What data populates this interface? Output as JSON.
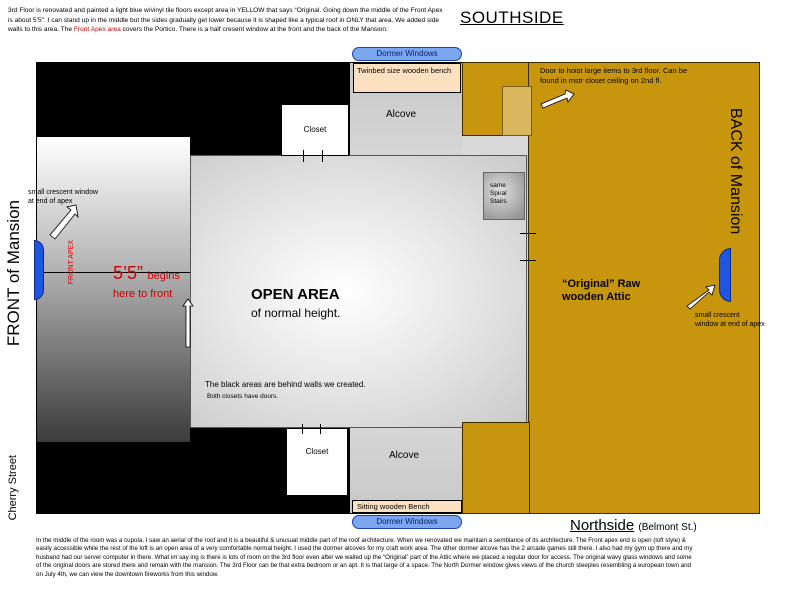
{
  "intro": {
    "part1": "3rd Floor is renovated and painted a light blue w/vinyl tile floors except area in YELLOW that says “Original. Going down the middle of the Front Apex is about 5’5”. I can stand up in the middle but the sides gradually get lower because it is shaped like a typical roof in ONLY that area. We added side walls to this area. The ",
    "red": "Front Apex area",
    "part2": " covers the Portico. There is a half cresent window at the front and the back of the Mansion."
  },
  "labels": {
    "southside": "SOUTHSIDE",
    "northside": "Northside",
    "northside_sub": "(Belmont St.)",
    "back_of_mansion": "BACK of Mansion",
    "front_of_mansion": "FRONT of Mansion",
    "cherry_street": "Cherry Street"
  },
  "rooms": {
    "dormer_top": "Dormer Windows",
    "dormer_bottom": "Dormer Windows",
    "bench_top": "Twinbed size wooden bench",
    "bench_bottom": "Sitting wooden Bench",
    "closet_top": "Closet",
    "closet_bottom": "Closet",
    "alcove_top": "Alcove",
    "alcove_bottom": "Alcove",
    "spiral": "same Spiral Stairs",
    "open_area_title": "OPEN AREA",
    "open_area_sub": "of normal height.",
    "height_big": "5’5”",
    "height_begins": "begins",
    "height_here": "here to front",
    "front_apex": "FRONT APEX",
    "attic": "“Original” Raw wooden Attic",
    "hoist_note": "Door to hoist large items to 3rd floor. Can be found in mstr closet ceiling on 2nd fl.",
    "black_note": "The black areas are behind walls we created.",
    "closets_note": "Both closets have doors.",
    "crescent_left": "small crescent window at end of apex",
    "crescent_right": "small crescent window at end of apex"
  },
  "bottom_text": "In the middle of the room was a cupola. I saw an aerial of the roof and it is a beautiful & unusual middle part of the roof architecture. When we renovated we maintain a semblance of its architecture. The Front apex end is open (loft style) & easily accessible while the rest of the loft is an open area of a very comfortable normal height. I used the dormer alcoves for my craft work area. The other dormer alcove has the 2 arcade games still there. I also had my gym up there and my husband had our server computer in there. What im say ing is there is lots of room on the 3rd floor even after we walled up the “Original” part of the Attic where we placed a regular door for access. The original wavy glass windows and some of the original doors are stored there and remain with the mansion. The 3rd Floor can be that extra bedroom or an apt. It is that large of a space. The North Dormer window gives views of the church steeples resembling a european town and on July 4th, we can view the downtown fireworks from this window.",
  "colors": {
    "attic": "#c8960c",
    "bench": "#fde0c0",
    "dormer": "#7aa7f0",
    "crescent": "#1f55e0",
    "red_text": "#d00000"
  }
}
